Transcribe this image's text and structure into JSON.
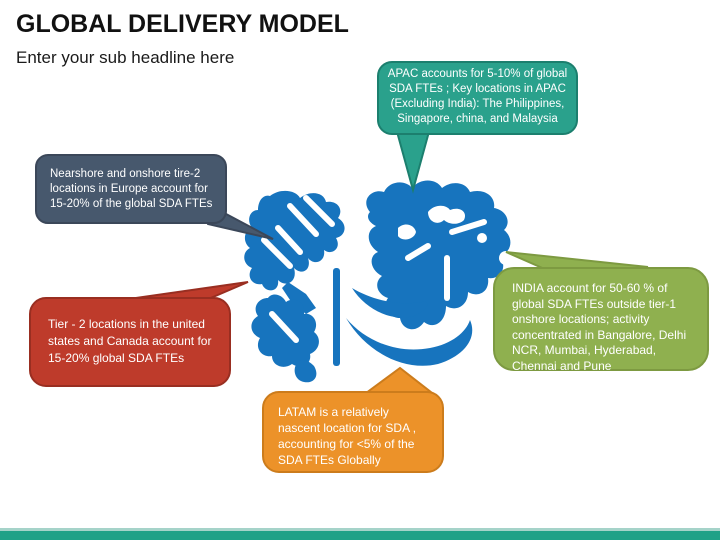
{
  "slide": {
    "title": "GLOBAL DELIVERY MODEL",
    "subtitle": "Enter your sub headline here"
  },
  "map": {
    "label": "stylized world map",
    "color": "#1774BE"
  },
  "footer": {
    "bar_color": "#1FA187",
    "bar_highlight_color": "#A5D3C9"
  },
  "callouts": [
    {
      "id": "apac",
      "text": "APAC accounts for 5-10% of global SDA FTEs ; Key locations in APAC (Excluding India): The Philippines, Singapore, china, and Malaysia",
      "fill": "#2AA18C",
      "border": "#1C7F6E"
    },
    {
      "id": "europe",
      "text": "Nearshore and onshore tire-2 locations in Europe account for 15-20% of the global SDA FTEs",
      "fill": "#47586D",
      "border": "#3B4759"
    },
    {
      "id": "north-america",
      "text": "Tier - 2 locations in the  united states and Canada account for 15-20% global SDA FTEs",
      "fill": "#BE3B2B",
      "border": "#992E21"
    },
    {
      "id": "india",
      "text": "INDIA account for  50-60 % of global SDA FTEs outside tier-1 onshore locations; activity concentrated in Bangalore, Delhi NCR, Mumbai, Hyderabad, Chennai and Pune",
      "fill": "#8FB04F",
      "border": "#7D9A41"
    },
    {
      "id": "latam",
      "text": "LATAM is a relatively nascent location for SDA , accounting for <5% of the SDA FTEs Globally",
      "fill": "#EC9229",
      "border": "#CC7C1C"
    }
  ]
}
